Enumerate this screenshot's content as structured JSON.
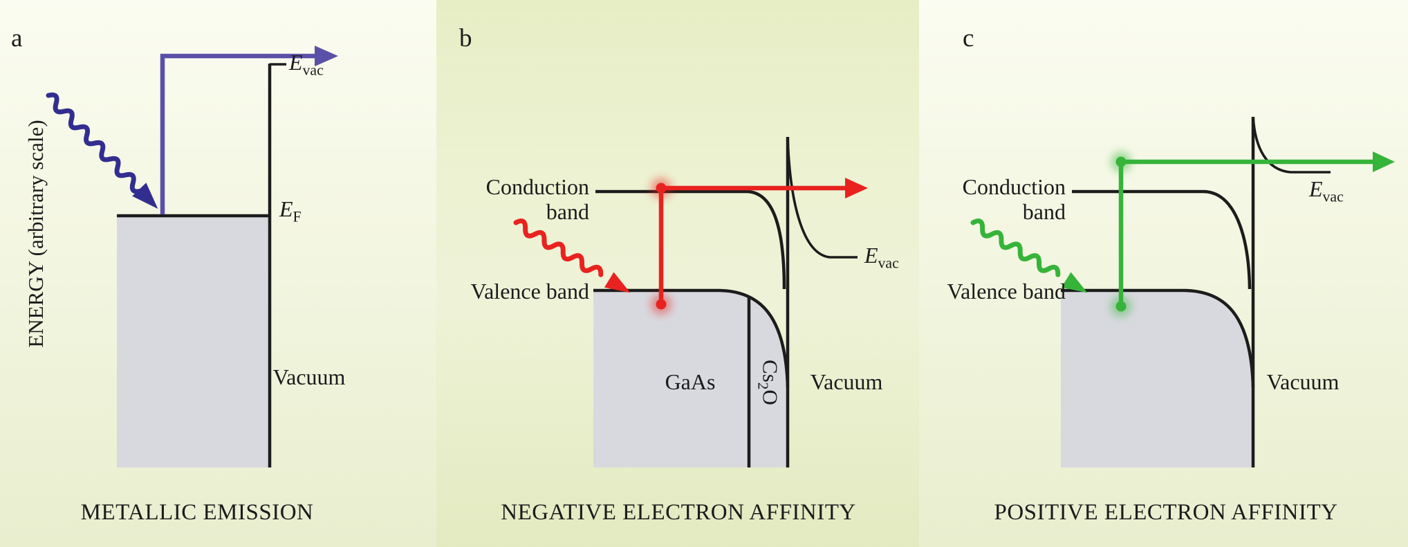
{
  "figure": {
    "panels": {
      "a": {
        "label": "a",
        "caption": "METALLIC EMISSION",
        "y_axis_label": "ENERGY (arbitrary scale)",
        "vacuum_label": "Vacuum",
        "evac": {
          "base": "E",
          "sub": "vac"
        },
        "ef": {
          "base": "E",
          "sub": "F"
        }
      },
      "b": {
        "label": "b",
        "caption": "NEGATIVE ELECTRON AFFINITY",
        "conduction_band_label": "Conduction band",
        "valence_band_label": "Valence band",
        "material_label": "GaAs",
        "coating": {
          "pre": "Cs",
          "sub": "2",
          "post": "O"
        },
        "vacuum_label": "Vacuum",
        "evac": {
          "base": "E",
          "sub": "vac"
        }
      },
      "c": {
        "label": "c",
        "caption": "POSITIVE ELECTRON AFFINITY",
        "conduction_band_label": "Conduction band",
        "valence_band_label": "Valence band",
        "vacuum_label": "Vacuum",
        "evac": {
          "base": "E",
          "sub": "vac"
        }
      }
    },
    "colors": {
      "photon_a": "#322e90",
      "arrow_a": "#5b50a8",
      "red": "#e8231f",
      "green": "#36b43a",
      "metal_fill": "#d8d9de",
      "line": "#1c1c1c"
    }
  }
}
